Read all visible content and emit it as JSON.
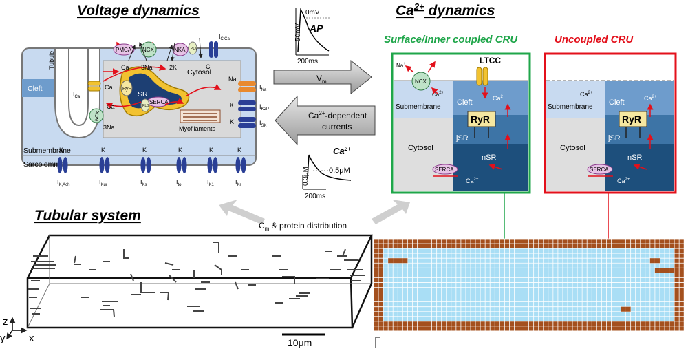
{
  "headings": {
    "voltage": "Voltage dynamics",
    "ca_base": "Ca",
    "ca_sup": "2+",
    "ca_tail": " dynamics",
    "tubular": "Tubular system"
  },
  "cru": {
    "coupled_title": "Surface/Inner coupled CRU",
    "uncoupled_title": "Uncoupled CRU",
    "ltcc": "LTCC",
    "ncx": "NCX",
    "na_plus": "Na",
    "plus": "+",
    "ca2": "Ca",
    "sup2": "2+",
    "submembrane": "Submembrane",
    "cleft": "Cleft",
    "ryr": "RyR",
    "jsr": "jSR",
    "nsr": "nSR",
    "cytosol": "Cytosol",
    "serca": "SERCA"
  },
  "cell": {
    "tubule": "Tubule",
    "cleft": "Cleft",
    "cytosol": "Cytosol",
    "submembrane": "Submembrane",
    "sarcolemma": "Sarcolemma",
    "myofilaments": "Myofilaments",
    "pmca": "PMCA",
    "ncx": "NCX",
    "nka": "NKA",
    "plm": "PLM",
    "ryr": "RyR",
    "sr": "SR",
    "serca": "SERCA",
    "plb": "PLB",
    "ca": "Ca",
    "na3": "3Na",
    "k2": "2K",
    "na": "Na",
    "k": "K",
    "cl": "Cl",
    "i": "I",
    "i_ca": "Ca",
    "i_clca": "ClCa",
    "i_na": "Na",
    "i_k2p": "K2P",
    "i_sk": "SK",
    "bottom_currents": [
      "K,Ach",
      "Kur",
      "Ks",
      "to",
      "K1",
      "Kr"
    ]
  },
  "middle": {
    "vm_base": "V",
    "vm_sub": "m",
    "ca_currents_line1": "Ca",
    "ca_currents_sup": "2+",
    "ca_currents_rest1": "-dependent",
    "ca_currents_line2": "currents",
    "ap_label": "AP",
    "ap_zero": "0mV",
    "ap_scale_v": "50mV",
    "ap_scale_t": "200ms",
    "catr_label": "Ca",
    "catr_sup": "2+",
    "catr_peak": "0.5μM",
    "catr_scale_c": "0.3μM",
    "catr_scale_t": "200ms",
    "cm_base": "C",
    "cm_sub": "m",
    "cm_rest": " & protein distribution"
  },
  "tubular_system": {
    "axis_z": "z",
    "axis_y": "y",
    "axis_x": "x",
    "scalebar": "10μm"
  },
  "colors": {
    "green": "#1fa64a",
    "red": "#e3101b",
    "cell_blue": "#c8daf0",
    "deep_blue": "#1d4f7c",
    "mid_blue": "#3d74a6",
    "light_blue": "#6e9ccc",
    "grid_cyan": "#a9def5",
    "grid_brown": "#a4501e"
  }
}
